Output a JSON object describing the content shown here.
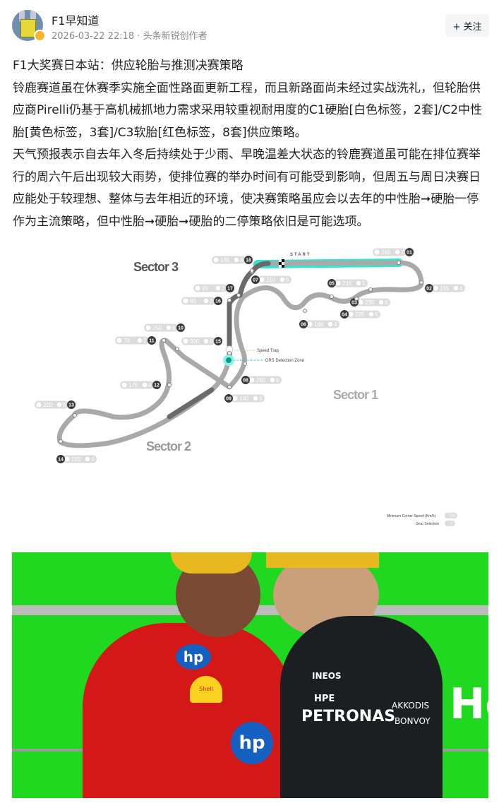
{
  "author": {
    "name": "F1早知道",
    "date": "2026-03-22 22:18",
    "separator": "·",
    "badge_text": "头条新锐创作者"
  },
  "follow_button": "+ 关注",
  "article": {
    "title": "F1大奖赛日本站：供应轮胎与推测决赛策略",
    "p1": "铃鹿赛道虽在休赛季实施全面性路面更新工程，而且新路面尚未经过实战洗礼，但轮胎供应商Pirelli仍基于高机械抓地力需求采用较重视耐用度的C1硬胎[白色标签，2套]/C2中性胎[黄色标签，3套]/C3软胎[红色标签，8套]供应策略。",
    "p2": "天气预报表示自去年入冬后持续处于少雨、早晚温差大状态的铃鹿赛道虽可能在排位赛举行的周六午后出现较大雨势，使排位赛的举办时间有可能受到影响，但周五与周日决赛日应能处于较理想、整体与去年相近的环境，使决赛策略虽应会以去年的中性胎➞硬胎一停作为主流策略，但中性胎➞硬胎➞硬胎的二停策略依旧是可能选项。"
  },
  "map": {
    "sectors": [
      "Sector 1",
      "Sector 2",
      "Sector 3"
    ],
    "start": "START",
    "speed_trap": "Speed Trap",
    "drs": "DRS Detection Zone",
    "legend_speed": "Minimum Corner Speed (Km/h)",
    "legend_speed_sample": "115",
    "legend_gear": "Gear Selection",
    "legend_gear_sample": "3",
    "corners": [
      {
        "n": "01",
        "speed": "265",
        "gear": "7"
      },
      {
        "n": "02",
        "speed": "165",
        "gear": "4"
      },
      {
        "n": "03",
        "speed": "230",
        "gear": "5"
      },
      {
        "n": "04",
        "speed": "225",
        "gear": "5"
      },
      {
        "n": "05",
        "speed": "215",
        "gear": "5"
      },
      {
        "n": "06",
        "speed": "190",
        "gear": "4"
      },
      {
        "n": "07",
        "speed": "210",
        "gear": "5"
      },
      {
        "n": "08",
        "speed": "260",
        "gear": "6"
      },
      {
        "n": "09",
        "speed": "140",
        "gear": "3"
      },
      {
        "n": "10",
        "speed": "250",
        "gear": "6"
      },
      {
        "n": "11",
        "speed": "70",
        "gear": "2"
      },
      {
        "n": "12",
        "speed": "175",
        "gear": "4"
      },
      {
        "n": "13",
        "speed": "220",
        "gear": "5"
      },
      {
        "n": "14",
        "speed": "155",
        "gear": "4"
      },
      {
        "n": "15",
        "speed": "300",
        "gear": "8"
      },
      {
        "n": "16",
        "speed": "85",
        "gear": "2"
      },
      {
        "n": "17",
        "speed": "95",
        "gear": "2"
      },
      {
        "n": "18",
        "speed": "135",
        "gear": "4"
      }
    ]
  },
  "photo": {
    "logos": [
      "hp",
      "Shell",
      "PETRONAS",
      "HPE",
      "INEOS",
      "AKKODIS",
      "BONVOY",
      "Ho"
    ]
  }
}
